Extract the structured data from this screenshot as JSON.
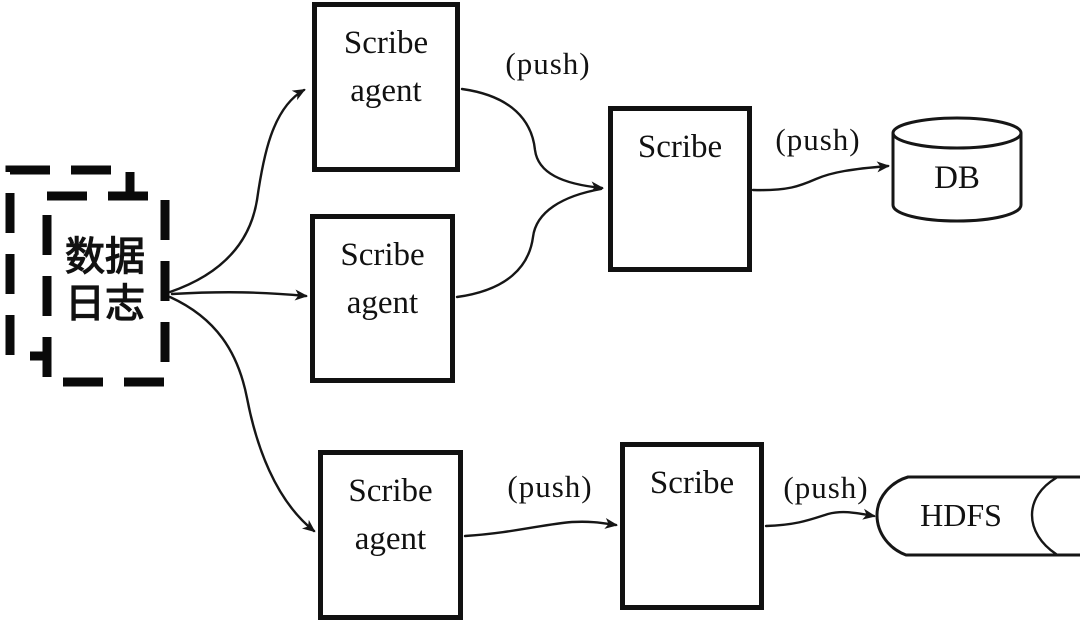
{
  "colors": {
    "ink": "#111111",
    "background": "#ffffff"
  },
  "source": {
    "line1": "数据",
    "line2": "日志"
  },
  "agents": [
    {
      "label": "Scribe agent"
    },
    {
      "label": "Scribe agent"
    },
    {
      "label": "Scribe agent"
    }
  ],
  "servers": [
    {
      "label": "Scribe"
    },
    {
      "label": "Scribe"
    }
  ],
  "stores": {
    "db": {
      "label": "DB"
    },
    "hdfs": {
      "label": "HDFS"
    }
  },
  "push_labels": {
    "agent_top_to_scribe": "(push)",
    "scribe_to_db": "(push)",
    "agent_bottom_to_scribe": "(push)",
    "scribe_to_hdfs": "(push)"
  }
}
